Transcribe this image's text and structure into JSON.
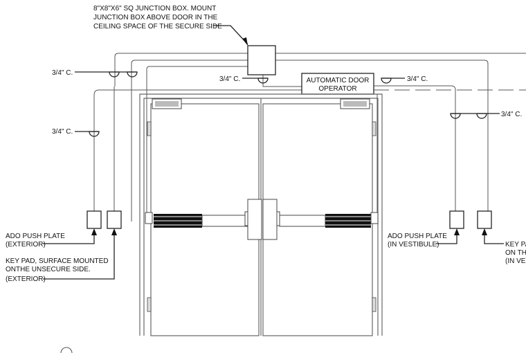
{
  "labels": {
    "junction_box": [
      "8\"X8\"X6\" SQ JUNCTION BOX.  MOUNT",
      "JUNCTION BOX ABOVE DOOR IN THE",
      "CEILING SPACE OF THE SECURE SIDE"
    ],
    "conduit": "3/4\" C.",
    "ado_operator": [
      "AUTOMATIC DOOR",
      "OPERATOR"
    ],
    "push_plate_exterior": [
      "ADO PUSH PLATE",
      "(EXTERIOR)"
    ],
    "keypad_exterior": [
      "KEY PAD, SURFACE MOUNTED",
      "ONTHE UNSECURE SIDE.",
      "(EXTERIOR)"
    ],
    "push_plate_vestibule": [
      "ADO PUSH PLATE",
      "(IN VESTIBULE)"
    ],
    "keypad_vestibule": [
      "KEY PA",
      "ON TH",
      "(IN VES"
    ]
  }
}
